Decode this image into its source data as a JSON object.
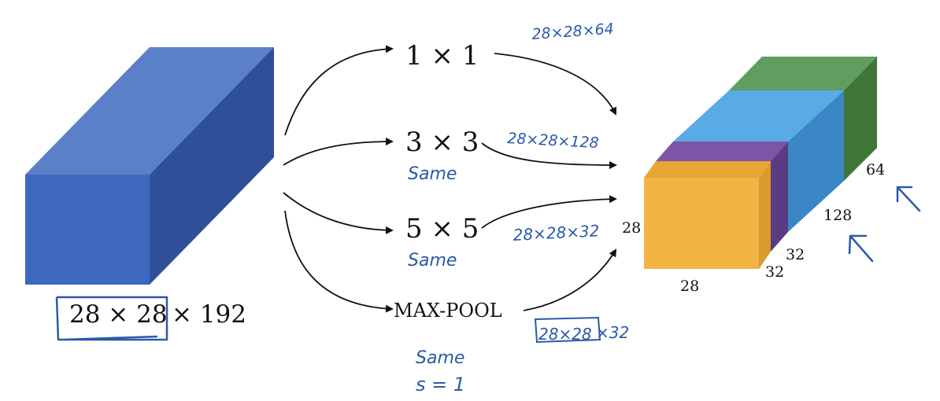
{
  "input_volume": {
    "dims_boxed": "28 × 28",
    "dims_rest": "× 192",
    "color_front": "#3e68c0",
    "color_top": "#5a80c8",
    "color_side": "#2f5098"
  },
  "branches": [
    {
      "label": "1 × 1",
      "note": "28×28×64"
    },
    {
      "label": "3 × 3",
      "note": "28×28×128",
      "padding": "Same"
    },
    {
      "label": "5 × 5",
      "note": "28×28×32",
      "padding": "Same"
    },
    {
      "label": "MAX-POOL",
      "note_boxed": "28×28",
      "note_rest": "×32",
      "padding": "Same",
      "stride": "s = 1"
    }
  ],
  "output_volume": {
    "height_label": "28",
    "width_label": "28",
    "depth_labels": [
      "32",
      "32",
      "128",
      "64"
    ],
    "colors": {
      "maxpool_front": "#f2b544",
      "maxpool_side": "#d99a2e",
      "five_top": "#7d55a6",
      "five_side": "#5a3c82",
      "three_top": "#59abe6",
      "three_side": "#3a86c6",
      "one_top": "#5f9e5e",
      "one_side": "#3f7638"
    }
  },
  "annotations": {
    "color": "#2a5aa8"
  }
}
